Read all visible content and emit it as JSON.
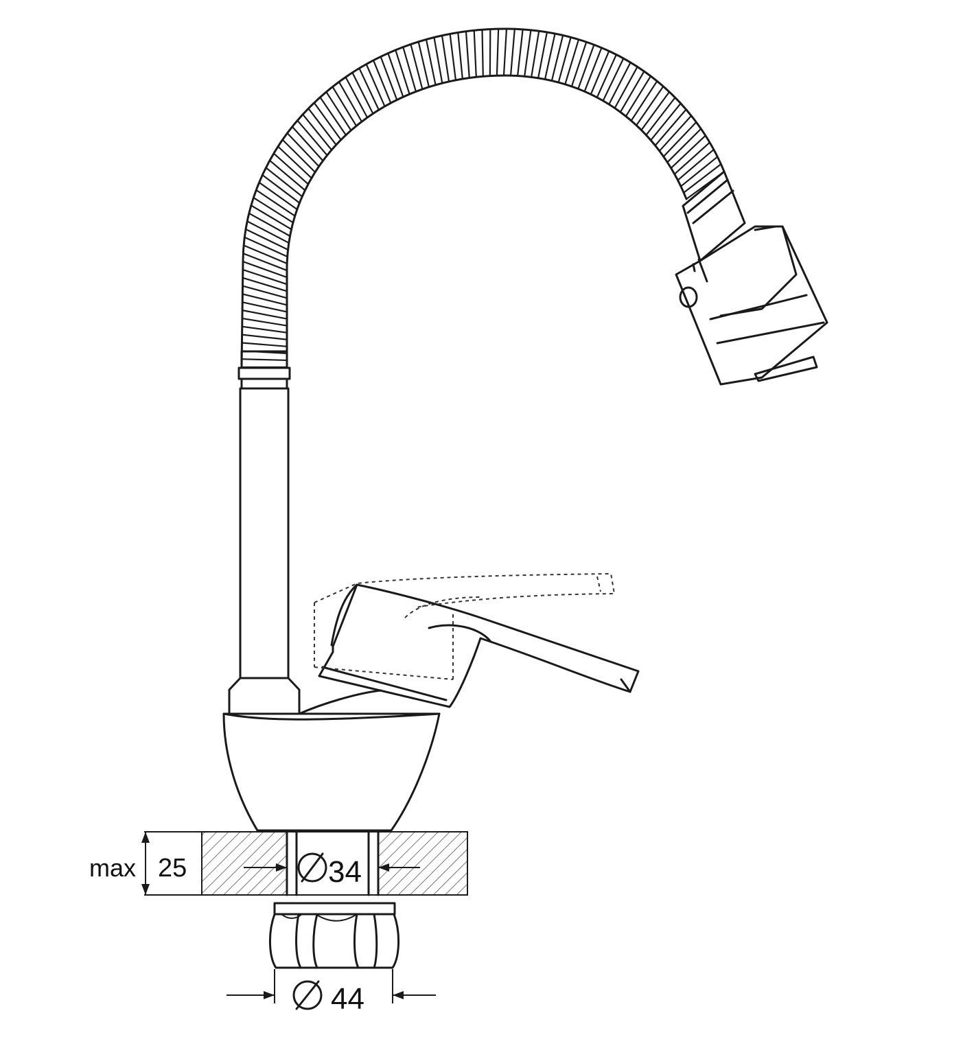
{
  "dimensions": {
    "max_label": "max",
    "thickness_value": "25",
    "hole_diameter_symbol": "⌀",
    "hole_diameter_value": "34",
    "nut_diameter_symbol": "⌀",
    "nut_diameter_value": "44"
  },
  "colors": {
    "line": "#1a1a1a",
    "hatch": "#555555",
    "background": "#ffffff"
  }
}
